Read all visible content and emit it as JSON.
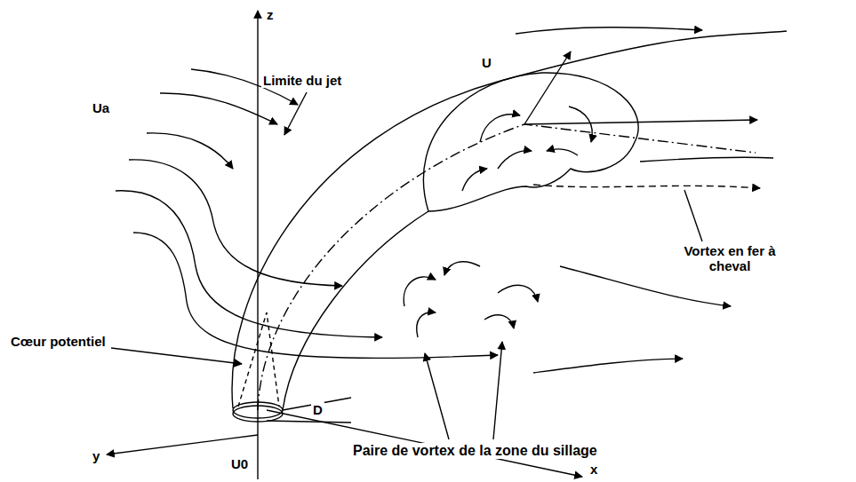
{
  "diagram": {
    "labels": [
      "z",
      "Limite du jet",
      "U",
      "Ua",
      "Vortex en fer à cheval",
      "Cœur potentiel",
      "D",
      "Paire de vortex de la zone du sillage",
      "y",
      "U0",
      "x"
    ]
  }
}
